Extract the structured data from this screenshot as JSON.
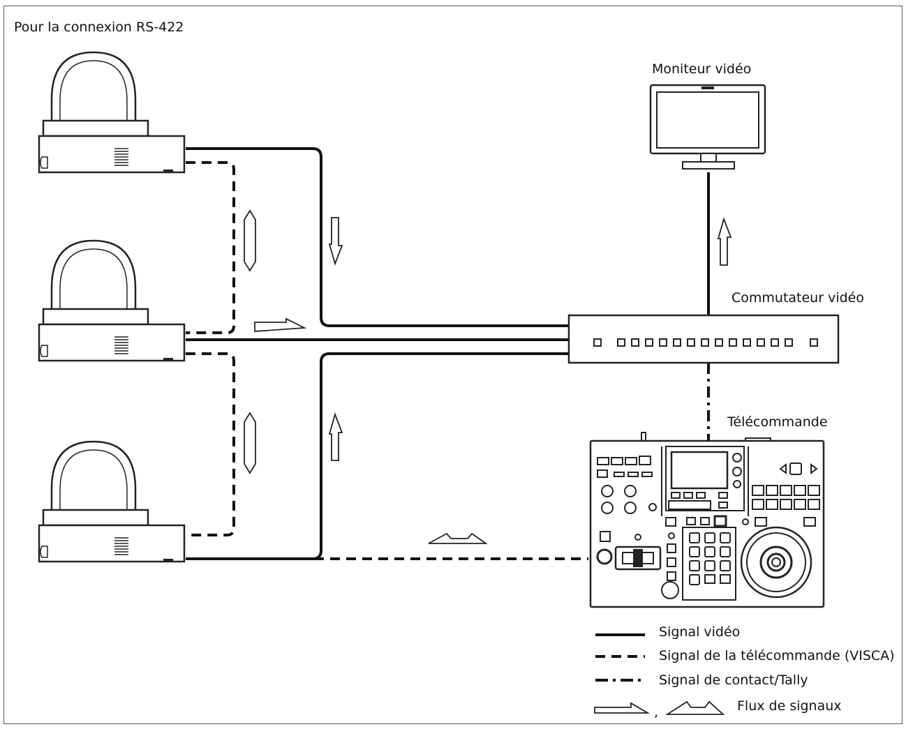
{
  "diagram": {
    "title": "Pour la connexion RS-422",
    "nodes": {
      "monitor": "Moniteur vidéo",
      "switcher": "Commutateur vidéo",
      "remote": "Télécommande"
    },
    "legend": {
      "video": "Signal vidéo",
      "remote": "Signal de la télécommande (VISCA)",
      "contact": "Signal de contact/Tally",
      "flow": "Flux de signaux",
      "separator": ","
    }
  },
  "colors": {
    "line": "#111111",
    "device": "#222222",
    "background": "#ffffff"
  },
  "icons": [
    "ptz-camera-icon",
    "video-monitor-icon",
    "video-switcher-icon",
    "remote-controller-icon",
    "signal-flow-arrow-icon"
  ]
}
